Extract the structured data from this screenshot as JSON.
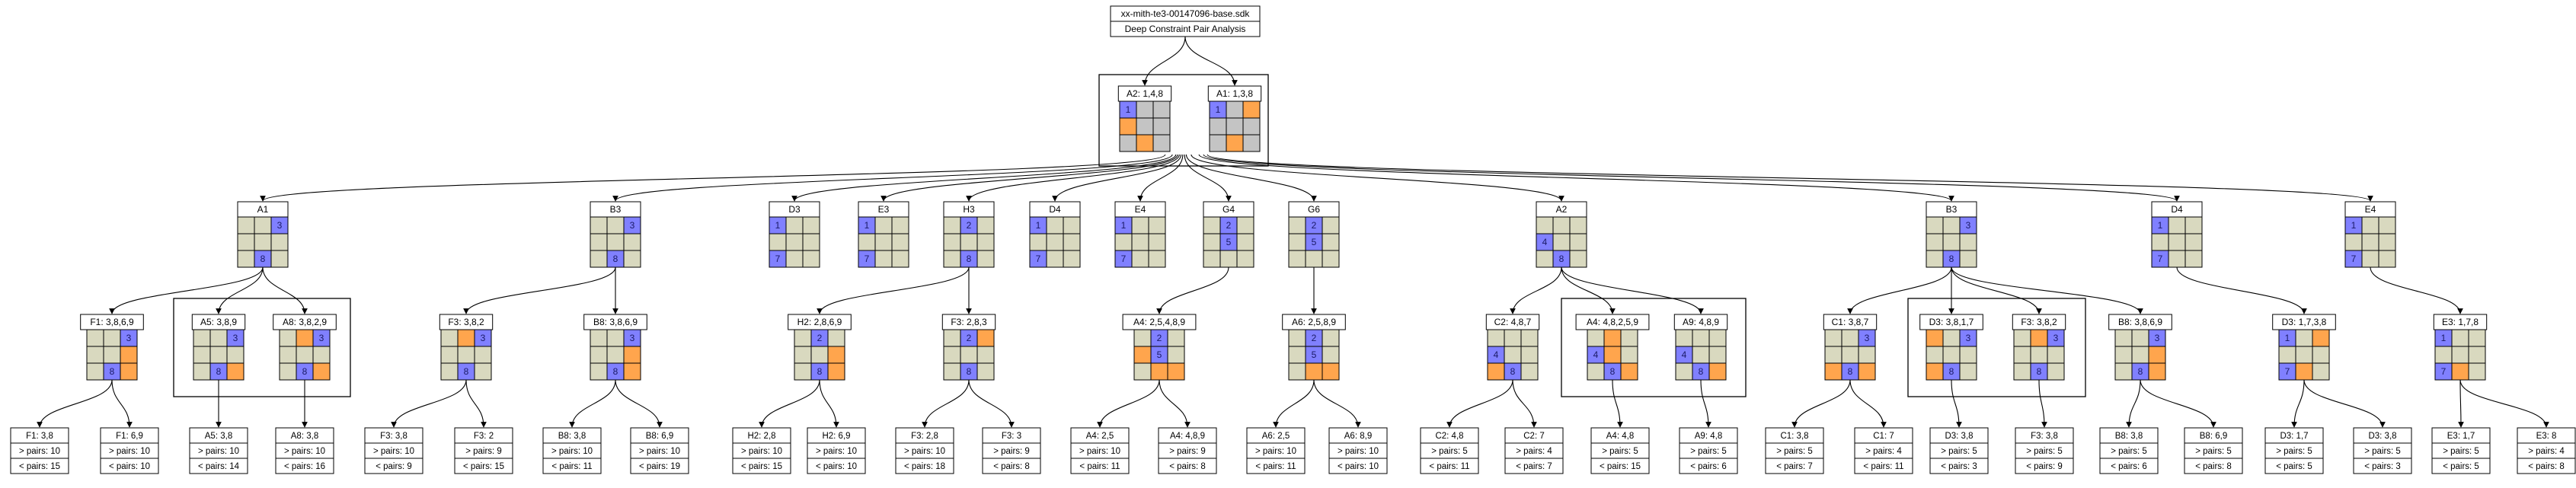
{
  "header": {
    "title": "xx-mith-te3-00147096-base.sdk",
    "subtitle": "Deep Constraint Pair Analysis"
  },
  "colors": {
    "empty": "#d9d9bf",
    "blue": "#8080ff",
    "orange": "#ffa54d",
    "grey": "#c4c4c4"
  },
  "nodes": [
    {
      "id": "A2r",
      "label": "A2: 1,4,8",
      "grid": "bGG/oGG/GoG",
      "nums": {
        "0": "1"
      }
    },
    {
      "id": "A1r",
      "label": "A1: 1,3,8",
      "grid": "bGo/GGG/GoG",
      "nums": {
        "0": "1"
      }
    },
    {
      "id": "A1",
      "label": "A1",
      "grid": "..b/.../.b.",
      "nums": {
        "2": "3",
        "7": "8"
      }
    },
    {
      "id": "B3",
      "label": "B3",
      "grid": "..b/.../.b.",
      "nums": {
        "2": "3",
        "7": "8"
      }
    },
    {
      "id": "D3",
      "label": "D3",
      "grid": "b../.../b..",
      "nums": {
        "0": "1",
        "6": "7"
      }
    },
    {
      "id": "E3",
      "label": "E3",
      "grid": "b../.../b..",
      "nums": {
        "0": "1",
        "6": "7"
      }
    },
    {
      "id": "H3",
      "label": "H3",
      "grid": ".b./.../.b.",
      "nums": {
        "1": "2",
        "7": "8"
      }
    },
    {
      "id": "D4",
      "label": "D4",
      "grid": "b../.../b..",
      "nums": {
        "0": "1",
        "6": "7"
      }
    },
    {
      "id": "E4",
      "label": "E4",
      "grid": "b../.../b..",
      "nums": {
        "0": "1",
        "6": "7"
      }
    },
    {
      "id": "G4",
      "label": "G4",
      "grid": ".b./.b./...",
      "nums": {
        "1": "2",
        "4": "5"
      }
    },
    {
      "id": "G6",
      "label": "G6",
      "grid": ".b./.b./...",
      "nums": {
        "1": "2",
        "4": "5"
      }
    },
    {
      "id": "A2",
      "label": "A2",
      "grid": ".../b../.b.",
      "nums": {
        "3": "4",
        "7": "8"
      }
    },
    {
      "id": "B3b",
      "label": "B3",
      "grid": "..b/.../.b.",
      "nums": {
        "2": "3",
        "7": "8"
      }
    },
    {
      "id": "D4b",
      "label": "D4",
      "grid": "b../.../b..",
      "nums": {
        "0": "1",
        "6": "7"
      }
    },
    {
      "id": "E4b",
      "label": "E4",
      "grid": "b../.../b..",
      "nums": {
        "0": "1",
        "6": "7"
      }
    },
    {
      "id": "F1a",
      "label": "F1: 3,8,6,9",
      "grid": "..b/..o/.bo",
      "nums": {
        "2": "3",
        "7": "8"
      }
    },
    {
      "id": "A5",
      "label": "A5: 3,8,9",
      "grid": "..b/.../.bo",
      "nums": {
        "2": "3",
        "7": "8"
      }
    },
    {
      "id": "A8",
      "label": "A8: 3,8,2,9",
      "grid": ".ob/.../.bo",
      "nums": {
        "2": "3",
        "7": "8"
      }
    },
    {
      "id": "F3",
      "label": "F3: 3,8,2",
      "grid": ".ob/.../.b.",
      "nums": {
        "2": "3",
        "7": "8"
      }
    },
    {
      "id": "B8",
      "label": "B8: 3,8,6,9",
      "grid": "..b/..o/.bo",
      "nums": {
        "2": "3",
        "7": "8"
      }
    },
    {
      "id": "H2",
      "label": "H2: 2,8,6,9",
      "grid": ".b./..o/.bo",
      "nums": {
        "1": "2",
        "7": "8"
      }
    },
    {
      "id": "F3h",
      "label": "F3: 2,8,3",
      "grid": ".bo/.../.b.",
      "nums": {
        "1": "2",
        "7": "8"
      }
    },
    {
      "id": "A4",
      "label": "A4: 2,5,4,8,9",
      "grid": ".b./ob./.oo",
      "nums": {
        "1": "2",
        "4": "5"
      }
    },
    {
      "id": "A6",
      "label": "A6: 2,5,8,9",
      "grid": ".b./.b./.oo",
      "nums": {
        "1": "2",
        "4": "5"
      }
    },
    {
      "id": "C2",
      "label": "C2: 4,8,7",
      "grid": ".../b../ob.",
      "nums": {
        "3": "4",
        "7": "8"
      }
    },
    {
      "id": "A4b",
      "label": "A4: 4,8,2,5,9",
      "grid": ".o./bo./.bo",
      "nums": {
        "3": "4",
        "7": "8"
      }
    },
    {
      "id": "A9",
      "label": "A9: 4,8,9",
      "grid": ".../b../.bo",
      "nums": {
        "3": "4",
        "7": "8"
      }
    },
    {
      "id": "C1",
      "label": "C1: 3,8,7",
      "grid": "..b/.../obo",
      "nums": {
        "2": "3",
        "7": "8"
      }
    },
    {
      "id": "D3b",
      "label": "D3: 3,8,1,7",
      "grid": "o.b/.../ob.",
      "nums": {
        "2": "3",
        "7": "8"
      }
    },
    {
      "id": "F3b",
      "label": "F3: 3,8,2",
      "grid": ".ob/.../.b.",
      "nums": {
        "2": "3",
        "7": "8"
      }
    },
    {
      "id": "B8b",
      "label": "B8: 3,8,6,9",
      "grid": "..b/..o/.bo",
      "nums": {
        "2": "3",
        "7": "8"
      }
    },
    {
      "id": "D3c",
      "label": "D3: 1,7,3,8",
      "grid": "b.o/.../bo.",
      "nums": {
        "0": "1",
        "6": "7"
      }
    },
    {
      "id": "E3b",
      "label": "E3: 1,7,8",
      "grid": "b../.../bo.",
      "nums": {
        "0": "1",
        "6": "7"
      }
    }
  ],
  "groups": [
    {
      "id": "root"
    },
    {
      "id": "A1-group"
    },
    {
      "id": "A2-group"
    },
    {
      "id": "B3b-group"
    }
  ],
  "leaves": [
    {
      "id": "L1",
      "title": "F1: 3,8",
      "gt": "> pairs: 10",
      "lt": "< pairs: 15"
    },
    {
      "id": "L2",
      "title": "F1: 6,9",
      "gt": "> pairs: 10",
      "lt": "< pairs: 10"
    },
    {
      "id": "L3",
      "title": "A5: 3,8",
      "gt": "> pairs: 10",
      "lt": "< pairs: 14"
    },
    {
      "id": "L4",
      "title": "A8: 3,8",
      "gt": "> pairs: 10",
      "lt": "< pairs: 16"
    },
    {
      "id": "L5",
      "title": "F3: 3,8",
      "gt": "> pairs: 10",
      "lt": "< pairs: 9"
    },
    {
      "id": "L6",
      "title": "F3: 2",
      "gt": "> pairs: 9",
      "lt": "< pairs: 15"
    },
    {
      "id": "L7",
      "title": "B8: 3,8",
      "gt": "> pairs: 10",
      "lt": "< pairs: 11"
    },
    {
      "id": "L8",
      "title": "B8: 6,9",
      "gt": "> pairs: 10",
      "lt": "< pairs: 19"
    },
    {
      "id": "L9",
      "title": "H2: 2,8",
      "gt": "> pairs: 10",
      "lt": "< pairs: 15"
    },
    {
      "id": "L10",
      "title": "H2: 6,9",
      "gt": "> pairs: 10",
      "lt": "< pairs: 10"
    },
    {
      "id": "L11",
      "title": "F3: 2,8",
      "gt": "> pairs: 10",
      "lt": "< pairs: 18"
    },
    {
      "id": "L12",
      "title": "F3: 3",
      "gt": "> pairs: 9",
      "lt": "< pairs: 8"
    },
    {
      "id": "L13",
      "title": "A4: 2,5",
      "gt": "> pairs: 10",
      "lt": "< pairs: 11"
    },
    {
      "id": "L14",
      "title": "A4: 4,8,9",
      "gt": "> pairs: 9",
      "lt": "< pairs: 8"
    },
    {
      "id": "L15",
      "title": "A6: 2,5",
      "gt": "> pairs: 10",
      "lt": "< pairs: 11"
    },
    {
      "id": "L16",
      "title": "A6: 8,9",
      "gt": "> pairs: 10",
      "lt": "< pairs: 10"
    },
    {
      "id": "L17",
      "title": "C2: 4,8",
      "gt": "> pairs: 5",
      "lt": "< pairs: 11"
    },
    {
      "id": "L18",
      "title": "C2: 7",
      "gt": "> pairs: 4",
      "lt": "< pairs: 7"
    },
    {
      "id": "L19",
      "title": "A4: 4,8",
      "gt": "> pairs: 5",
      "lt": "< pairs: 15"
    },
    {
      "id": "L20",
      "title": "A9: 4,8",
      "gt": "> pairs: 5",
      "lt": "< pairs: 6"
    },
    {
      "id": "L21",
      "title": "C1: 3,8",
      "gt": "> pairs: 5",
      "lt": "< pairs: 7"
    },
    {
      "id": "L22",
      "title": "C1: 7",
      "gt": "> pairs: 4",
      "lt": "< pairs: 11"
    },
    {
      "id": "L23",
      "title": "D3: 3,8",
      "gt": "> pairs: 5",
      "lt": "< pairs: 3"
    },
    {
      "id": "L24",
      "title": "F3: 3,8",
      "gt": "> pairs: 5",
      "lt": "< pairs: 9"
    },
    {
      "id": "L25",
      "title": "B8: 3,8",
      "gt": "> pairs: 5",
      "lt": "< pairs: 6"
    },
    {
      "id": "L26",
      "title": "B8: 6,9",
      "gt": "> pairs: 5",
      "lt": "< pairs: 8"
    },
    {
      "id": "L27",
      "title": "D3: 1,7",
      "gt": "> pairs: 5",
      "lt": "< pairs: 5"
    },
    {
      "id": "L28",
      "title": "D3: 3,8",
      "gt": "> pairs: 5",
      "lt": "< pairs: 3"
    },
    {
      "id": "L29",
      "title": "E3: 1,7",
      "gt": "> pairs: 5",
      "lt": "< pairs: 5"
    },
    {
      "id": "L30",
      "title": "E3: 8",
      "gt": "> pairs: 4",
      "lt": "< pairs: 8"
    }
  ],
  "edges": [
    [
      "header",
      "A2r"
    ],
    [
      "header",
      "A1r"
    ],
    [
      "root",
      "A1"
    ],
    [
      "root",
      "B3"
    ],
    [
      "root",
      "D3"
    ],
    [
      "root",
      "E3"
    ],
    [
      "root",
      "H3"
    ],
    [
      "root",
      "D4"
    ],
    [
      "root",
      "E4"
    ],
    [
      "root",
      "G4"
    ],
    [
      "root",
      "G6"
    ],
    [
      "root",
      "A2"
    ],
    [
      "root",
      "B3b"
    ],
    [
      "root",
      "D4b"
    ],
    [
      "root",
      "E4b"
    ],
    [
      "A1",
      "F1a"
    ],
    [
      "A1",
      "A5"
    ],
    [
      "A1",
      "A8"
    ],
    [
      "B3",
      "F3"
    ],
    [
      "B3",
      "B8"
    ],
    [
      "H3",
      "H2"
    ],
    [
      "H3",
      "F3h"
    ],
    [
      "G4",
      "A4"
    ],
    [
      "G6",
      "A6"
    ],
    [
      "A2",
      "C2"
    ],
    [
      "A2",
      "A4b"
    ],
    [
      "A2",
      "A9"
    ],
    [
      "B3b",
      "C1"
    ],
    [
      "B3b",
      "D3b"
    ],
    [
      "B3b",
      "F3b"
    ],
    [
      "B3b",
      "B8b"
    ],
    [
      "D4b",
      "D3c"
    ],
    [
      "E4b",
      "E3b"
    ],
    [
      "F1a",
      "L1"
    ],
    [
      "F1a",
      "L2"
    ],
    [
      "A5",
      "L3"
    ],
    [
      "A8",
      "L4"
    ],
    [
      "F3",
      "L5"
    ],
    [
      "F3",
      "L6"
    ],
    [
      "B8",
      "L7"
    ],
    [
      "B8",
      "L8"
    ],
    [
      "H2",
      "L9"
    ],
    [
      "H2",
      "L10"
    ],
    [
      "F3h",
      "L11"
    ],
    [
      "F3h",
      "L12"
    ],
    [
      "A4",
      "L13"
    ],
    [
      "A4",
      "L14"
    ],
    [
      "A6",
      "L15"
    ],
    [
      "A6",
      "L16"
    ],
    [
      "C2",
      "L17"
    ],
    [
      "C2",
      "L18"
    ],
    [
      "A4b",
      "L19"
    ],
    [
      "A9",
      "L20"
    ],
    [
      "C1",
      "L21"
    ],
    [
      "C1",
      "L22"
    ],
    [
      "D3b",
      "L23"
    ],
    [
      "F3b",
      "L24"
    ],
    [
      "B8b",
      "L25"
    ],
    [
      "B8b",
      "L26"
    ],
    [
      "D3c",
      "L27"
    ],
    [
      "D3c",
      "L28"
    ],
    [
      "E3b",
      "L29"
    ],
    [
      "E3b",
      "L30"
    ]
  ]
}
